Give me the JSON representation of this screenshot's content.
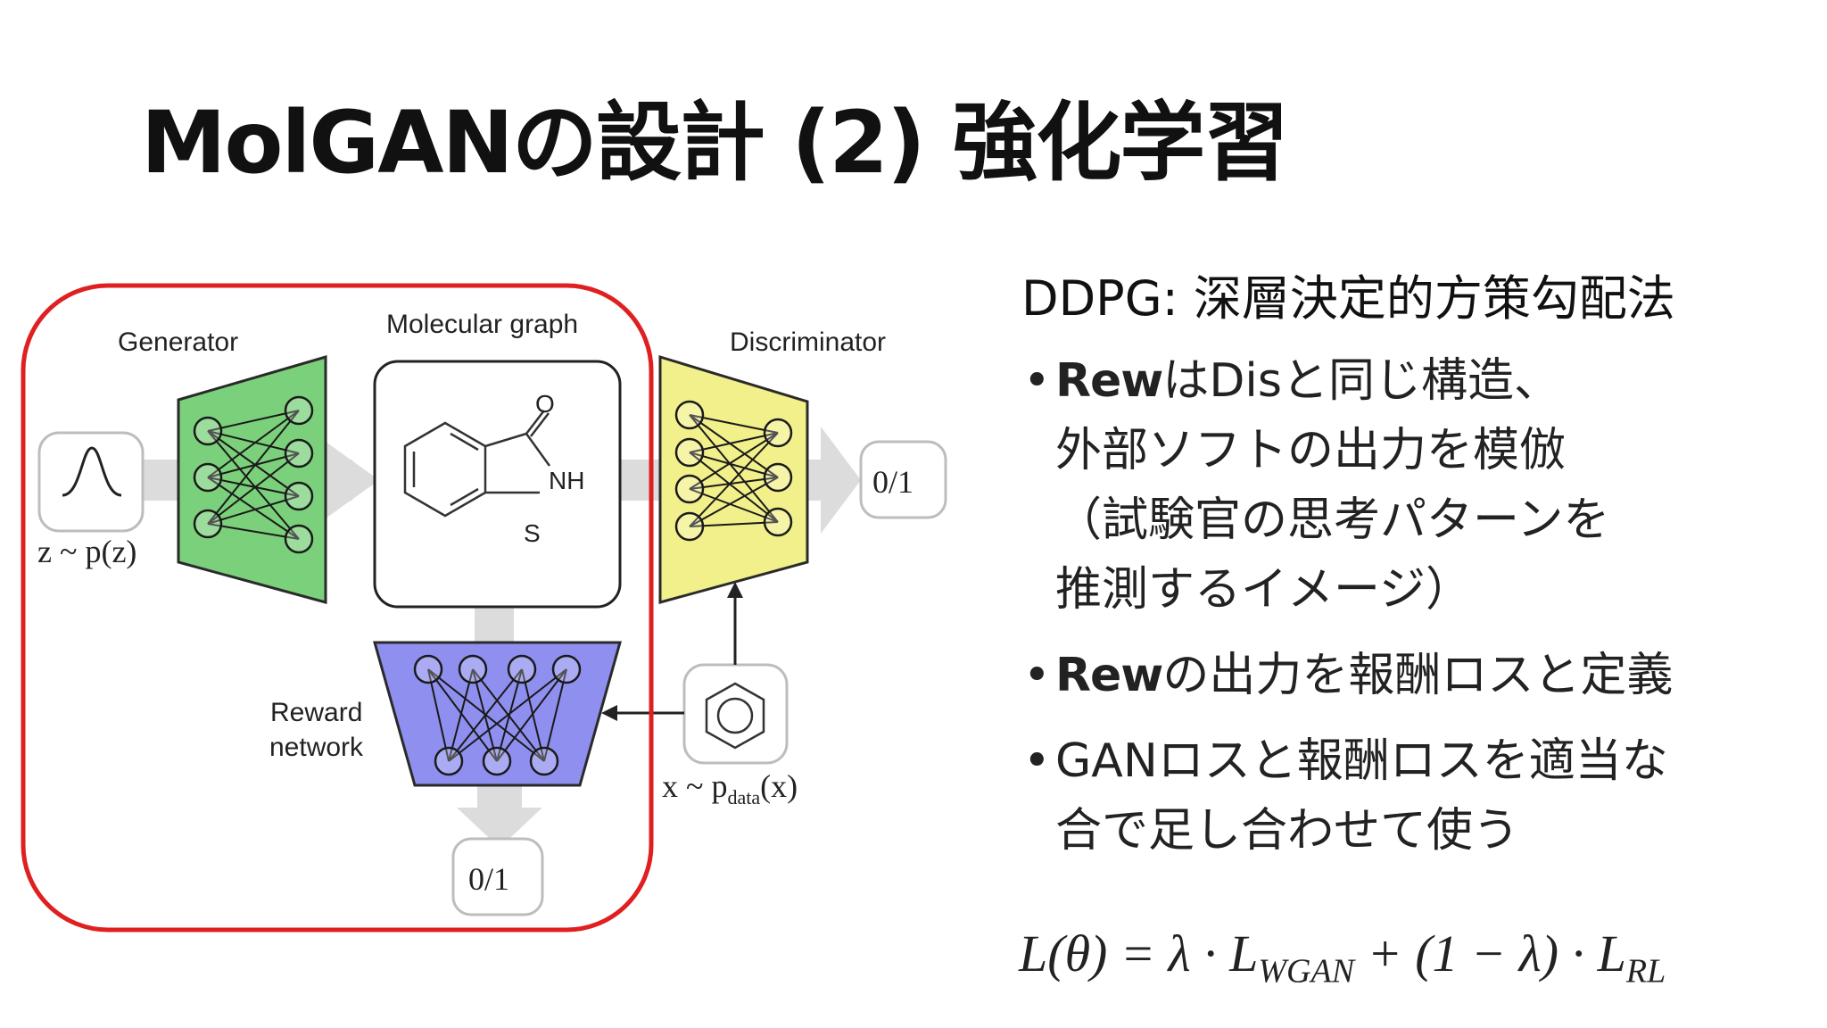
{
  "title": "MolGANの設計 (2) 強化学習",
  "diagram": {
    "generator_label": "Generator",
    "molecular_graph_label": "Molecular graph",
    "discriminator_label": "Discriminator",
    "reward_label_line1": "Reward",
    "reward_label_line2": "network",
    "noise_label": "z ~ p(z)",
    "data_label": "x ~ p",
    "data_label_sub": "data",
    "data_label_tail": "(x)",
    "disc_output": "0/1",
    "reward_output": "0/1",
    "molecule_atoms": {
      "oxygen": "O",
      "nh": "NH",
      "sulfur": "S"
    },
    "colors": {
      "generator": "#7bd07b",
      "discriminator": "#f2f08a",
      "reward": "#8f8ff0",
      "highlight": "#e02020",
      "arrow": "#d9d9d9"
    }
  },
  "right": {
    "heading": "DDPG: 深層決定的方策勾配法",
    "bullets": [
      {
        "strong": "Rew",
        "lines": [
          "はDisと同じ構造、",
          "外部ソフトの出力を模倣",
          "（試験官の思考パターンを",
          "推測するイメージ）"
        ]
      },
      {
        "strong": "Rew",
        "lines": [
          "の出力を報酬ロスと定義"
        ]
      },
      {
        "strong": "",
        "lines": [
          "GANロスと報酬ロスを適当な",
          "合で足し合わせて使う"
        ]
      }
    ]
  },
  "formula": {
    "lhs": "L(θ) = λ · L",
    "sub1": "WGAN",
    "mid": " + (1 − λ) · L",
    "sub2": "RL"
  }
}
